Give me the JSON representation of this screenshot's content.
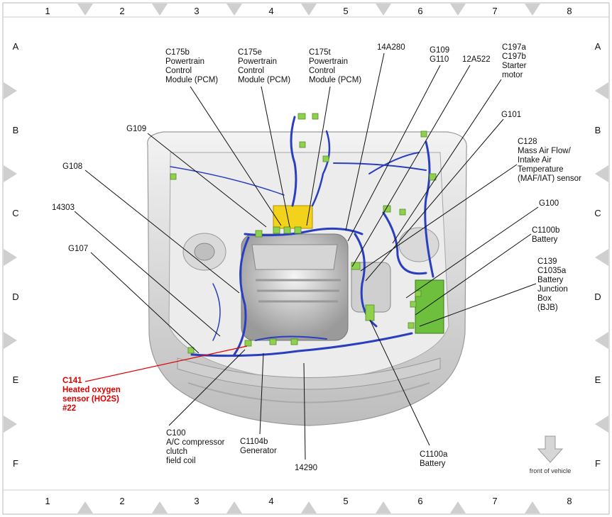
{
  "grid": {
    "columns": [
      "1",
      "2",
      "3",
      "4",
      "5",
      "6",
      "7",
      "8"
    ],
    "rows": [
      "A",
      "B",
      "C",
      "D",
      "E",
      "F"
    ]
  },
  "callouts": [
    {
      "id": "c175b",
      "lines": [
        "C175b",
        "Powertrain",
        "Control",
        "Module (PCM)"
      ],
      "color": "#111"
    },
    {
      "id": "c175e",
      "lines": [
        "C175e",
        "Powertrain",
        "Control",
        "Module (PCM)"
      ],
      "color": "#111"
    },
    {
      "id": "c175t",
      "lines": [
        "C175t",
        "Powertrain",
        "Control",
        "Module (PCM)"
      ],
      "color": "#111"
    },
    {
      "id": "14a280",
      "lines": [
        "14A280"
      ],
      "color": "#111"
    },
    {
      "id": "g109g110",
      "lines": [
        "G109",
        "G110"
      ],
      "color": "#111"
    },
    {
      "id": "12a522",
      "lines": [
        "12A522"
      ],
      "color": "#111"
    },
    {
      "id": "c197",
      "lines": [
        "C197a",
        "C197b",
        "Starter",
        "motor"
      ],
      "color": "#111"
    },
    {
      "id": "g109",
      "lines": [
        "G109"
      ],
      "color": "#111"
    },
    {
      "id": "g101",
      "lines": [
        "G101"
      ],
      "color": "#111"
    },
    {
      "id": "g108",
      "lines": [
        "G108"
      ],
      "color": "#111"
    },
    {
      "id": "c128",
      "lines": [
        "C128",
        "Mass Air Flow/",
        "Intake Air",
        "Temperature",
        "(MAF/IAT) sensor"
      ],
      "color": "#111"
    },
    {
      "id": "14303",
      "lines": [
        "14303"
      ],
      "color": "#111"
    },
    {
      "id": "g100",
      "lines": [
        "G100"
      ],
      "color": "#111"
    },
    {
      "id": "c1100b",
      "lines": [
        "C1100b",
        "Battery"
      ],
      "color": "#111"
    },
    {
      "id": "g107",
      "lines": [
        "G107"
      ],
      "color": "#111"
    },
    {
      "id": "c139",
      "lines": [
        "C139",
        "C1035a",
        "Battery",
        "Junction",
        "Box",
        "(BJB)"
      ],
      "color": "#111"
    },
    {
      "id": "c141",
      "lines": [
        "C141",
        "Heated oxygen",
        "sensor (HO2S)",
        "#22"
      ],
      "color": "#e00000"
    },
    {
      "id": "c100",
      "lines": [
        "C100",
        "A/C compressor",
        "clutch",
        "field coil"
      ],
      "color": "#111"
    },
    {
      "id": "c1104b",
      "lines": [
        "C1104b",
        "Generator"
      ],
      "color": "#111"
    },
    {
      "id": "14290",
      "lines": [
        "14290"
      ],
      "color": "#111"
    },
    {
      "id": "c1100a",
      "lines": [
        "C1100a",
        "Battery"
      ],
      "color": "#111"
    }
  ],
  "front_label": "front of vehicle",
  "colors": {
    "harness": "#2a3fbf",
    "pcm": "#f2d21a",
    "connector": "#8fd14f",
    "callout_line": "#111111",
    "highlight": "#e00000",
    "body": "#e9e9e9"
  }
}
